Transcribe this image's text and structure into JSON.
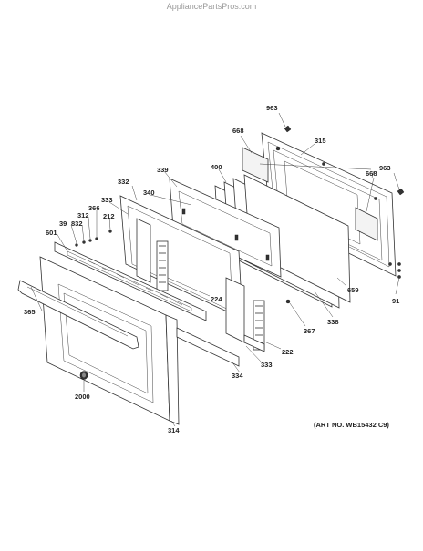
{
  "watermark": "AppliancePartsPros.com",
  "art_number": "(ART NO. WB15432 C9)",
  "callouts": {
    "p963a": "963",
    "p668a": "668",
    "p315": "315",
    "p668b": "668",
    "p963b": "963",
    "p400": "400",
    "p339": "339",
    "p332": "332",
    "p340": "340",
    "p333a": "333",
    "p366": "366",
    "p212": "212",
    "p312": "312",
    "p39": "39",
    "p832": "832",
    "p601": "601",
    "p91": "91",
    "p659": "659",
    "p338": "338",
    "p367": "367",
    "p224": "224",
    "p365": "365",
    "p222": "222",
    "p333b": "333",
    "p334": "334",
    "p2000": "2000",
    "p314": "314"
  }
}
